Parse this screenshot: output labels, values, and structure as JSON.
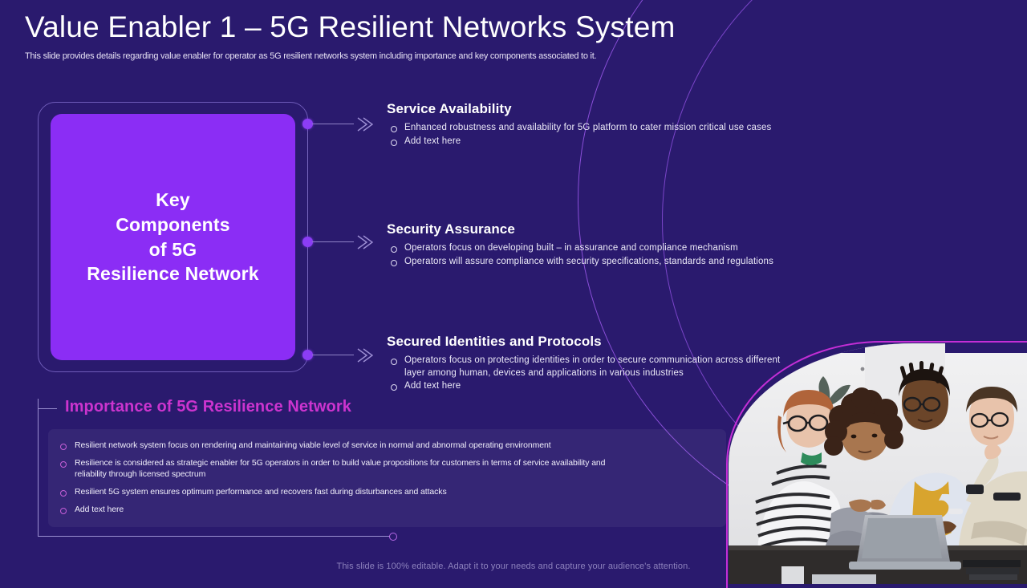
{
  "slide": {
    "title": "Value Enabler 1 – 5G Resilient Networks System",
    "subtitle": "This slide provides details regarding value enabler for operator as 5G resilient networks system including importance and key components associated to it.",
    "footer": "This slide is 100% editable. Adapt it to your needs and capture your audience's attention."
  },
  "key_components_box": {
    "label": "Key\nComponents\nof 5G\nResilience Network",
    "line1": "Key",
    "line2": "Components",
    "line3": "of 5G",
    "line4": "Resilience Network",
    "fill_color": "#8b2df5",
    "border_color": "#6e5bb8"
  },
  "sections": [
    {
      "title": "Service Availability",
      "bullets": [
        "Enhanced robustness and availability for 5G platform to cater mission critical use cases",
        "Add text here"
      ]
    },
    {
      "title": "Security Assurance",
      "bullets": [
        "Operators focus on developing  built – in assurance and compliance mechanism",
        "Operators will assure compliance with security specifications, standards and regulations"
      ]
    },
    {
      "title": "Secured Identities and Protocols",
      "bullets": [
        "Operators focus on protecting identities in order to secure communication across different layer among human, devices and applications in various industries",
        "Add text here"
      ]
    }
  ],
  "importance": {
    "title": "Importance of 5G Resilience Network",
    "title_color": "#cc34cf",
    "bullets": [
      "Resilient network system focus on rendering and maintaining viable level of service in normal and abnormal operating environment",
      "Resilience is considered as strategic enabler for 5G operators in order to  build value propositions for customers in terms of service availability and reliability through licensed spectrum",
      "Resilient 5G system ensures optimum performance and recovers fast during disturbances and attacks",
      "Add text here"
    ]
  },
  "theme": {
    "background": "#2a1a6e",
    "accent_purple": "#8b2df5",
    "accent_magenta": "#c42ed6",
    "connector_line": "#8f82c6"
  },
  "photo": {
    "alt": "Four colleagues gathered around a laptop in an office"
  },
  "icons": {
    "chevron": "chevron-right-icon",
    "bullet": "circle-outline-bullet"
  }
}
